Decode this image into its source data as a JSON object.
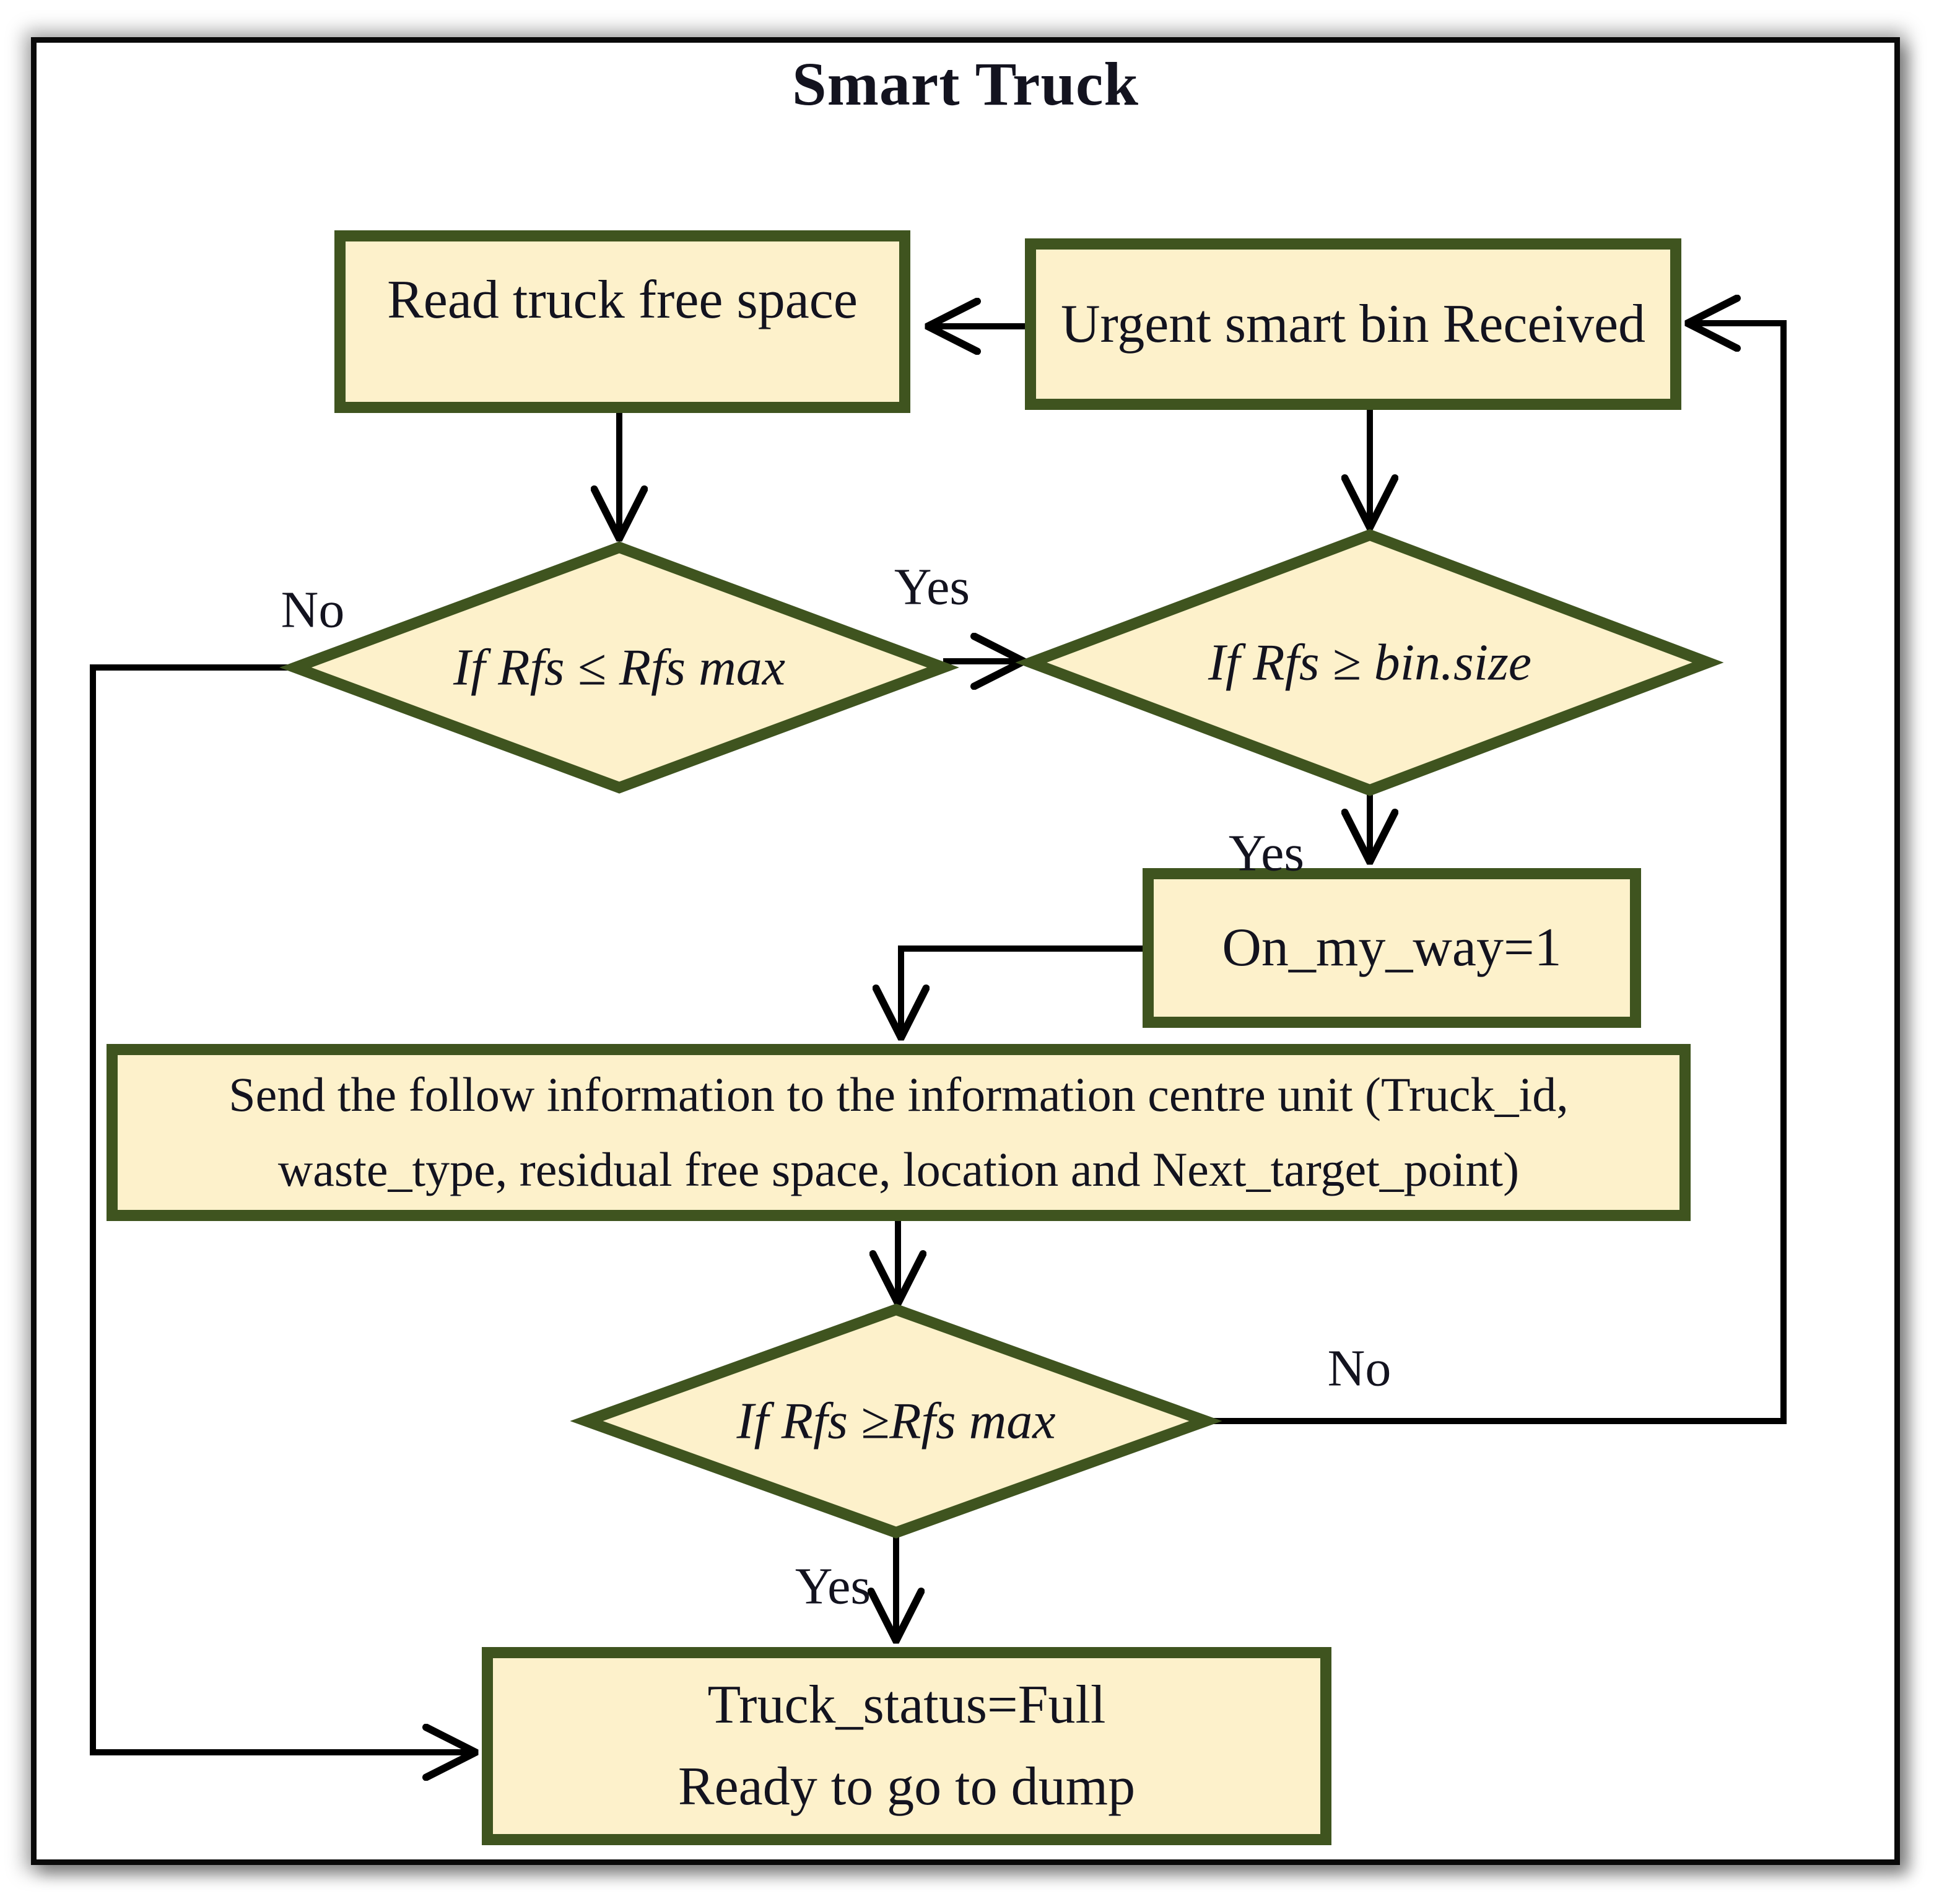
{
  "diagram": {
    "title": "Smart Truck",
    "nodes": {
      "read_truck": {
        "label": "Read truck free space"
      },
      "urgent_bin": {
        "label": "Urgent smart bin Received"
      },
      "decision_rfs_le_max": {
        "label": "If Rfs ≤ Rfs max"
      },
      "decision_rfs_ge_binsize": {
        "label": "If Rfs ≥ bin.size"
      },
      "on_my_way": {
        "label": "On_my_way=1"
      },
      "send_info": {
        "line1": "Send the follow information to the information centre unit (Truck_id,",
        "line2": "waste_type, residual free space, location and Next_target_point)"
      },
      "decision_rfs_ge_max": {
        "label": "If Rfs ≥Rfs max"
      },
      "truck_full": {
        "line1": "Truck_status=Full",
        "line2": "Ready to go to dump"
      }
    },
    "edge_labels": {
      "no_left": "No",
      "yes_between_decisions": "Yes",
      "yes_to_on_my_way": "Yes",
      "yes_to_truck_full": "Yes",
      "no_right_loop": "No"
    },
    "colors": {
      "node_fill": "#FDF1CB",
      "node_border": "#3F541F",
      "line_color": "#000000",
      "text_color": "#13131F"
    }
  }
}
